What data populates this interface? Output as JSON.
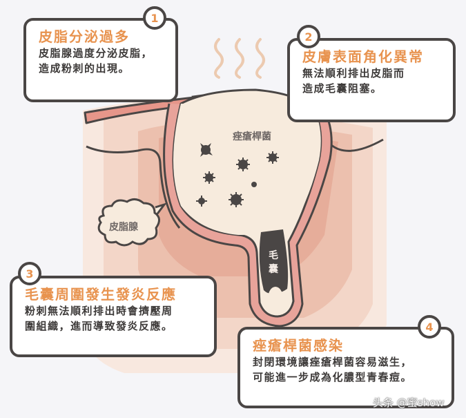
{
  "colors": {
    "background": "#f5f5f8",
    "accent_orange": "#e8934f",
    "outline": "#4a4645",
    "skin_light": "#f6e3d8",
    "skin_mid": "#f0cbbb",
    "skin_dark": "#e4a797",
    "pore_fill": "#f7ebdd",
    "follicle_dark": "#4a4645",
    "steam": "#eccab0"
  },
  "boxes": [
    {
      "number": "1",
      "title": "皮脂分泌過多",
      "lines": [
        "皮脂腺過度分泌皮脂，",
        "造成粉刺的出現。"
      ]
    },
    {
      "number": "2",
      "title": "皮膚表面角化異常",
      "lines": [
        "無法順利排出皮脂而",
        "造成毛囊阻塞。"
      ]
    },
    {
      "number": "3",
      "title": "毛囊周圍發生發炎反應",
      "lines": [
        "粉刺無法順利排出時會擠壓周",
        "圍組織，進而導致發炎反應。"
      ]
    },
    {
      "number": "4",
      "title": "痤瘡桿菌感染",
      "lines": [
        "封閉環境讓痤瘡桿菌容易滋生，",
        "可能進一步成為化膿型青春痘。"
      ]
    }
  ],
  "illustration": {
    "bacteria_label": "痤瘡桿菌",
    "sebaceous_gland_label": "皮脂腺",
    "follicle_label_chars": [
      "毛",
      "囊"
    ],
    "steam_icon": "steam-wavy-lines-icon",
    "bacteria_icon": "bacteria-spiky-dot-icon"
  },
  "watermark": "头条 @蜜show"
}
